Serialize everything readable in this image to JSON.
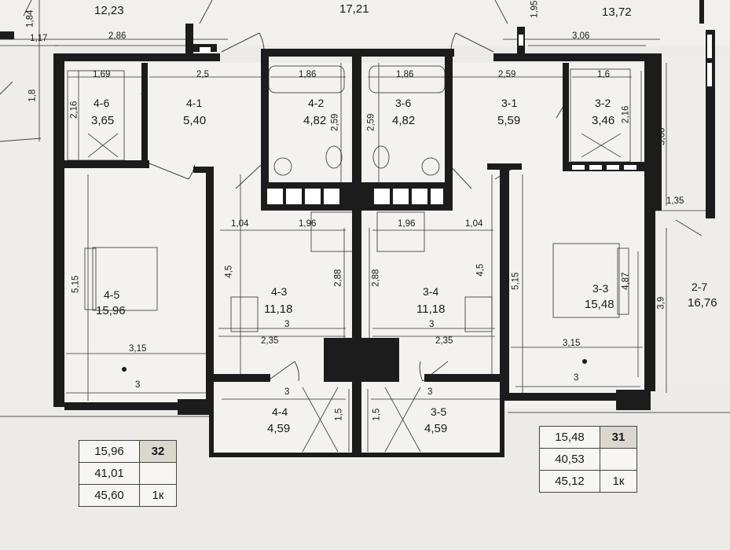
{
  "rooms": [
    {
      "id": "4-6",
      "area": "3,65"
    },
    {
      "id": "4-1",
      "area": "5,40"
    },
    {
      "id": "4-2",
      "area": "4,82"
    },
    {
      "id": "3-6",
      "area": "4,82"
    },
    {
      "id": "3-1",
      "area": "5,59"
    },
    {
      "id": "3-2",
      "area": "3,46"
    },
    {
      "id": "4-5",
      "area": "15,96"
    },
    {
      "id": "4-3",
      "area": "11,18"
    },
    {
      "id": "3-4",
      "area": "11,18"
    },
    {
      "id": "3-3",
      "area": "15,48"
    },
    {
      "id": "4-4",
      "area": "4,59"
    },
    {
      "id": "3-5",
      "area": "4,59"
    },
    {
      "id": "2-7",
      "area": "16,76"
    }
  ],
  "partial_areas": [
    "12,23",
    "17,21",
    "13,72"
  ],
  "dimensions": [
    "1,17",
    "2,86",
    "3,06",
    "1,84",
    "1,8",
    "1,95",
    "1,69",
    "2,5",
    "1,86",
    "1,86",
    "2,59",
    "1,6",
    "2,16",
    "2,59",
    "2,59",
    "2,16",
    "3,66",
    "1,35",
    "1,04",
    "1,96",
    "1,96",
    "1,04",
    "4,5",
    "4,5",
    "5,15",
    "5,15",
    "2,88",
    "2,88",
    "4,87",
    "3,9",
    "3",
    "3",
    "2,35",
    "2,35",
    "3,15",
    "3,15",
    "3",
    "3",
    "3",
    "3",
    "1,5",
    "1,5"
  ],
  "summary_tables": [
    {
      "apartment": "32",
      "values": [
        "15,96",
        "41,01",
        "45,60"
      ],
      "type": "1к"
    },
    {
      "apartment": "31",
      "values": [
        "15,48",
        "40,53",
        "45,12"
      ],
      "type": "1к"
    }
  ],
  "colors": {
    "wall": "#1c1c1c",
    "paper": "#ecebe8",
    "floor": "#f3f2ee",
    "tag": "#dbd7cf"
  }
}
